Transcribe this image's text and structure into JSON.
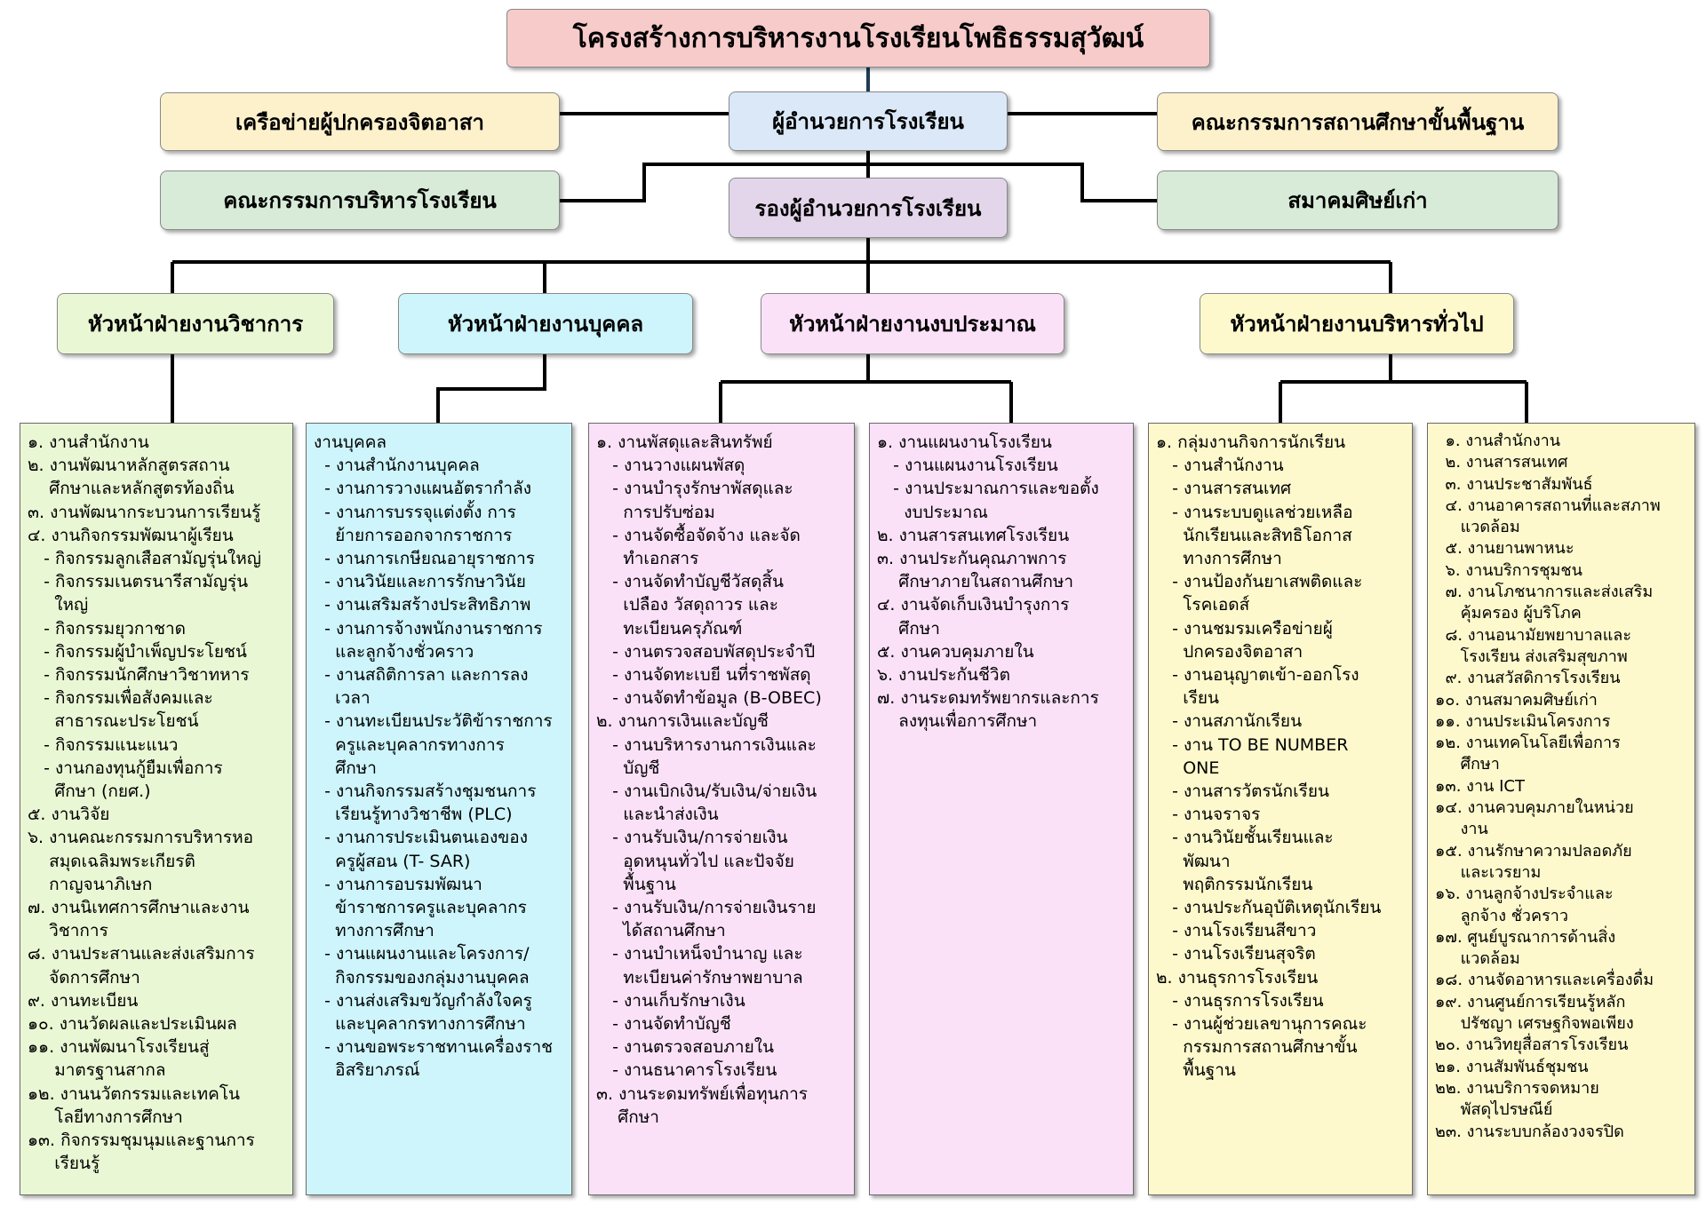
{
  "title": "โครงสร้างการบริหารงานโรงเรียนโพธิธรรมสุวัฒน์",
  "director": "ผู้อำนวยการโรงเรียน",
  "deputy": "รองผู้อำนวยการโรงเรียน",
  "left_top": "เครือข่ายผู้ปกครองจิตอาสา",
  "left_bottom": "คณะกรรมการบริหารโรงเรียน",
  "right_top": "คณะกรรมการสถานศึกษาขั้นพื้นฐาน",
  "right_bottom": "สมาคมศิษย์เก่า",
  "heads": [
    "หัวหน้าฝ่ายงานวิชาการ",
    "หัวหน้าฝ่ายงานบุคคล",
    "หัวหน้าฝ่ายงานงบประมาณ",
    "หัวหน้าฝ่ายงานบริหารทั่วไป"
  ],
  "columns": [
    {
      "items": [
        "๑. งานสำนักงาน",
        "๒. งานพัฒนาหลักสูตรสถาน\n    ศึกษาและหลักสูตรท้องถิ่น",
        "๓. งานพัฒนากระบวนการเรียนรู้",
        "๔. งานกิจกรรมพัฒนาผู้เรียน",
        "   - กิจกรรมลูกเสือสามัญรุ่นใหญ่",
        "   - กิจกรรมเนตรนารีสามัญรุ่น\n     ใหญ่",
        "   - กิจกรรมยุวกาชาด",
        "   - กิจกรรมผู้บำเพ็ญประโยชน์",
        "   - กิจกรรมนักศึกษาวิชาทหาร",
        "   - กิจกรรมเพื่อสังคมและ\n     สาธารณะประโยชน์",
        "   - กิจกรรมแนะแนว",
        "   - งานกองทุนกู้ยืมเพื่อการ\n     ศึกษา (กยศ.)",
        "๕. งานวิจัย",
        "๖. งานคณะกรรมการบริหารหอ\n    สมุดเฉลิมพระเกียรติ\n    กาญจนาภิเษก",
        "๗. งานนิเทศการศึกษาและงาน\n    วิชาการ",
        "๘. งานประสานและส่งเสริมการ\n    จัดการศึกษา",
        "๙. งานทะเบียน",
        "๑๐. งานวัดผลและประเมินผล",
        "๑๑. งานพัฒนาโรงเรียนสู่\n     มาตรฐานสากล",
        "๑๒. งานนวัตกรรมและเทคโน\n     โลยีทางการศึกษา",
        "๑๓. กิจกรรมชุมนุมและฐานการ\n     เรียนรู้"
      ]
    },
    {
      "items": [
        "งานบุคคล",
        "  - งานสำนักงานบุคคล",
        "  - งานการวางแผนอัตรากำลัง",
        "  - งานการบรรจุแต่งตั้ง การ\n    ย้ายการออกจากราชการ",
        "  - งานการเกษียณอายุราชการ",
        "  - งานวินัยและการรักษาวินัย",
        "  - งานเสริมสร้างประสิทธิภาพ",
        "  - งานการจ้างพนักงานราชการ\n    และลูกจ้างชั่วคราว",
        "  - งานสถิติการลา และการลง\n    เวลา",
        "  - งานทะเบียนประวัติข้าราชการ\n    ครูและบุคลากรทางการ\n    ศึกษา",
        "  - งานกิจกรรมสร้างชุมชนการ\n    เรียนรู้ทางวิชาชีพ (PLC)",
        "  - งานการประเมินตนเองของ\n    ครูผู้สอน (T- SAR)",
        "  - งานการอบรมพัฒนา\n    ข้าราชการครูและบุคลากร\n    ทางการศึกษา",
        "  - งานแผนงานและโครงการ/\n    กิจกรรมของกลุ่มงานบุคคล",
        "  - งานส่งเสริมขวัญกำลังใจครู\n    และบุคลากรทางการศึกษา",
        "  - งานขอพระราชทานเครื่องราช\n    อิสริยาภรณ์"
      ]
    },
    {
      "items": [
        "๑. งานพัสดุและสินทรัพย์",
        "   - งานวางแผนพัสดุ",
        "   - งานบำรุงรักษาพัสดุและ\n     การปรับซ่อม",
        "   - งานจัดซื้อจัดจ้าง และจัด\n     ทำเอกสาร",
        "   - งานจัดทำบัญชีวัสดุสิ้น\n     เปลือง วัสดุถาวร และ\n     ทะเบียนครุภัณฑ์",
        "   - งานตรวจสอบพัสดุประจำปี",
        "   - งานจัดทะเบยี นที่ราชพัสดุ",
        "   - งานจัดทำข้อมูล (B-OBEC)",
        "๒. งานการเงินและบัญชี",
        "   - งานบริหารงานการเงินและ\n     บัญชี",
        "   - งานเบิกเงิน/รับเงิน/จ่ายเงิน\n     และนำส่งเงิน",
        "   - งานรับเงิน/การจ่ายเงิน\n     อุดหนุนทั่วไป และปัจจัย\n     พื้นฐาน",
        "   - งานรับเงิน/การจ่ายเงินราย\n     ได้สถานศึกษา",
        "   - งานบำเหน็จบำนาญ และ\n     ทะเบียนค่ารักษาพยาบาล",
        "   - งานเก็บรักษาเงิน",
        "   - งานจัดทำบัญชี",
        "   - งานตรวจสอบภายใน",
        "   - งานธนาคารโรงเรียน",
        "๓. งานระดมทรัพย์เพื่อทุนการ\n    ศึกษา"
      ]
    },
    {
      "items": [
        "๑. งานแผนงานโรงเรียน",
        "   - งานแผนงานโรงเรียน",
        "   - งานประมาณการและขอตั้ง\n     งบประมาณ",
        "๒. งานสารสนเทศโรงเรียน",
        "๓. งานประกันคุณภาพการ\n    ศึกษาภายในสถานศึกษา",
        "๔. งานจัดเก็บเงินบำรุงการ\n    ศึกษา",
        "๕. งานควบคุมภายใน",
        "๖. งานประกันชีวิต",
        "๗. งานระดมทรัพยากรและการ\n    ลงทุนเพื่อการศึกษา"
      ]
    },
    {
      "items": [
        "๑. กลุ่มงานกิจการนักเรียน",
        "   - งานสำนักงาน",
        "   - งานสารสนเทศ",
        "   - งานระบบดูแลช่วยเหลือ\n     นักเรียนและสิทธิโอกาส\n     ทางการศึกษา",
        "   - งานป้องกันยาเสพติดและ\n     โรคเอดส์",
        "   - งานชมรมเครือข่ายผู้\n     ปกครองจิตอาสา",
        "   - งานอนุญาตเข้า-ออกโรง\n     เรียน",
        "   - งานสภานักเรียน",
        "   - งาน TO BE NUMBER\n     ONE",
        "   - งานสารวัตรนักเรียน",
        "   - งานจราจร",
        "   - งานวินัยชั้นเรียนและ\n     พัฒนา\n     พฤติกรรมนักเรียน",
        "   - งานประกันอุบัติเหตุนักเรียน",
        "   - งานโรงเรียนสีขาว",
        "   - งานโรงเรียนสุจริต",
        "๒. งานธุรการโรงเรียน",
        "   - งานธุรการโรงเรียน",
        "   - งานผู้ช่วยเลขานุการคณะ\n     กรรมการสถานศึกษาขั้น\n     พื้นฐาน"
      ]
    },
    {
      "items": [
        "  ๑. งานสำนักงาน",
        "  ๒. งานสารสนเทศ",
        "  ๓. งานประชาสัมพันธ์",
        "  ๔. งานอาคารสถานที่และสภาพ\n     แวดล้อม",
        "  ๕. งานยานพาหนะ",
        "  ๖. งานบริการชุมชน",
        "  ๗. งานโภชนาการและส่งเสริม\n     คุ้มครอง ผู้บริโภค",
        "  ๘. งานอนามัยพยาบาลและ\n     โรงเรียน ส่งเสริมสุขภาพ",
        "  ๙. งานสวัสดิการโรงเรียน",
        "๑๐. งานสมาคมศิษย์เก่า",
        "๑๑. งานประเมินโครงการ",
        "๑๒. งานเทคโนโลยีเพื่อการ\n     ศึกษา",
        "๑๓. งาน ICT",
        "๑๔. งานควบคุมภายในหน่วย\n     งาน",
        "๑๕. งานรักษาความปลอดภัย\n     และเวรยาม",
        "๑๖. งานลูกจ้างประจำและ\n     ลูกจ้าง ชั่วคราว",
        "๑๗. ศูนย์บูรณาการด้านสิ่ง\n     แวดล้อม",
        "๑๘. งานจัดอาหารและเครื่องดื่ม",
        "๑๙. งานศูนย์การเรียนรู้หลัก\n     ปรัชญา เศรษฐกิจพอเพียง",
        "๒๐. งานวิทยุสื่อสารโรงเรียน",
        "๒๑. งานสัมพันธ์ชุมชน",
        "๒๒. งานบริการจดหมาย\n     พัสดุไปรษณีย์",
        "๒๓. งานระบบกล้องวงจรปิด"
      ]
    }
  ],
  "colors": {
    "title_fill": "#f8cbcb",
    "director_fill": "#dae8f8",
    "deputy_fill": "#e3d6ea",
    "parent_fill": "#fdf1cc",
    "green_fill": "#d7ebd8",
    "academic_fill": "#eaf7d4",
    "personnel_fill": "#cdf5fb",
    "budget_fill": "#fbe1f8",
    "general_fill": "#fdf9cc"
  }
}
